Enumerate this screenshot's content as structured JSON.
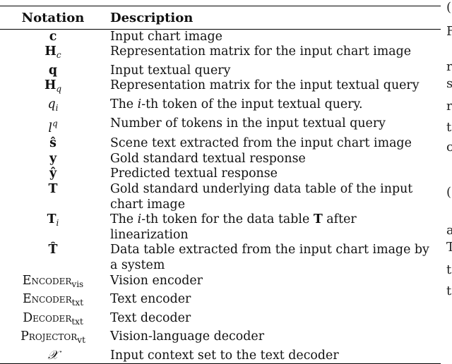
{
  "table": {
    "headers": {
      "notation": "Notation",
      "description": "Description"
    },
    "rows": [
      {
        "notation": "c",
        "description": "Input chart image"
      },
      {
        "notation": "H_c",
        "description": "Representation matrix for the input chart image"
      },
      {
        "notation": "q",
        "description": "Input textual query"
      },
      {
        "notation": "H_q",
        "description": "Representation matrix for the input textual query"
      },
      {
        "notation": "q_i",
        "description": "The i-th token of the input textual query."
      },
      {
        "notation": "l^q",
        "description": "Number of tokens in the input textual query"
      },
      {
        "notation": "ŝ",
        "description": "Scene text extracted from the input chart image"
      },
      {
        "notation": "y",
        "description": "Gold standard textual response"
      },
      {
        "notation": "ŷ",
        "description": "Predicted textual response"
      },
      {
        "notation": "T",
        "description": "Gold standard underlying data table of the input chart image"
      },
      {
        "notation": "T_i",
        "description": "The i-th token for the data table T after linearization"
      },
      {
        "notation": "T̂",
        "description": "Data table extracted from the input chart image by a system"
      },
      {
        "notation": "ENCODER_vis",
        "description": "Vision encoder"
      },
      {
        "notation": "ENCODER_txt",
        "description": "Text encoder"
      },
      {
        "notation": "DECODER_txt",
        "description": "Text decoder"
      },
      {
        "notation": "PROJECTOR_vt",
        "description": "Vision-language decoder"
      },
      {
        "notation": "𝒳",
        "description": "Input context set to the text decoder"
      }
    ]
  },
  "notation_parts": {
    "c": "c",
    "H": "H",
    "c_sub": "c",
    "q": "q",
    "q_sub": "q",
    "q_i_q": "q",
    "q_i_i": "i",
    "l": "l",
    "l_sup": "q",
    "s_hat": "ŝ",
    "y": "y",
    "y_hat": "ŷ",
    "T": "T",
    "T_i_T": "T",
    "T_i_i": "i",
    "T_hat": "T̂",
    "encoder": "Encoder",
    "vis": "vis",
    "txt": "txt",
    "decoder": "Decoder",
    "projector": "Projector",
    "vt": "vt",
    "X": "𝒳"
  },
  "desc_parts": {
    "r5_pre": "The ",
    "r5_i": "i",
    "r5_post": "-th token of the input textual query.",
    "r11_pre": "The ",
    "r11_i": "i",
    "r11_mid": "-th token for the data table ",
    "r11_T": "T",
    "r11_post": " after linearization"
  },
  "right_margin_letters": [
    "(",
    "F",
    "r",
    "s",
    "r",
    "t",
    "c",
    "(",
    "a",
    "T",
    "t",
    "t"
  ]
}
